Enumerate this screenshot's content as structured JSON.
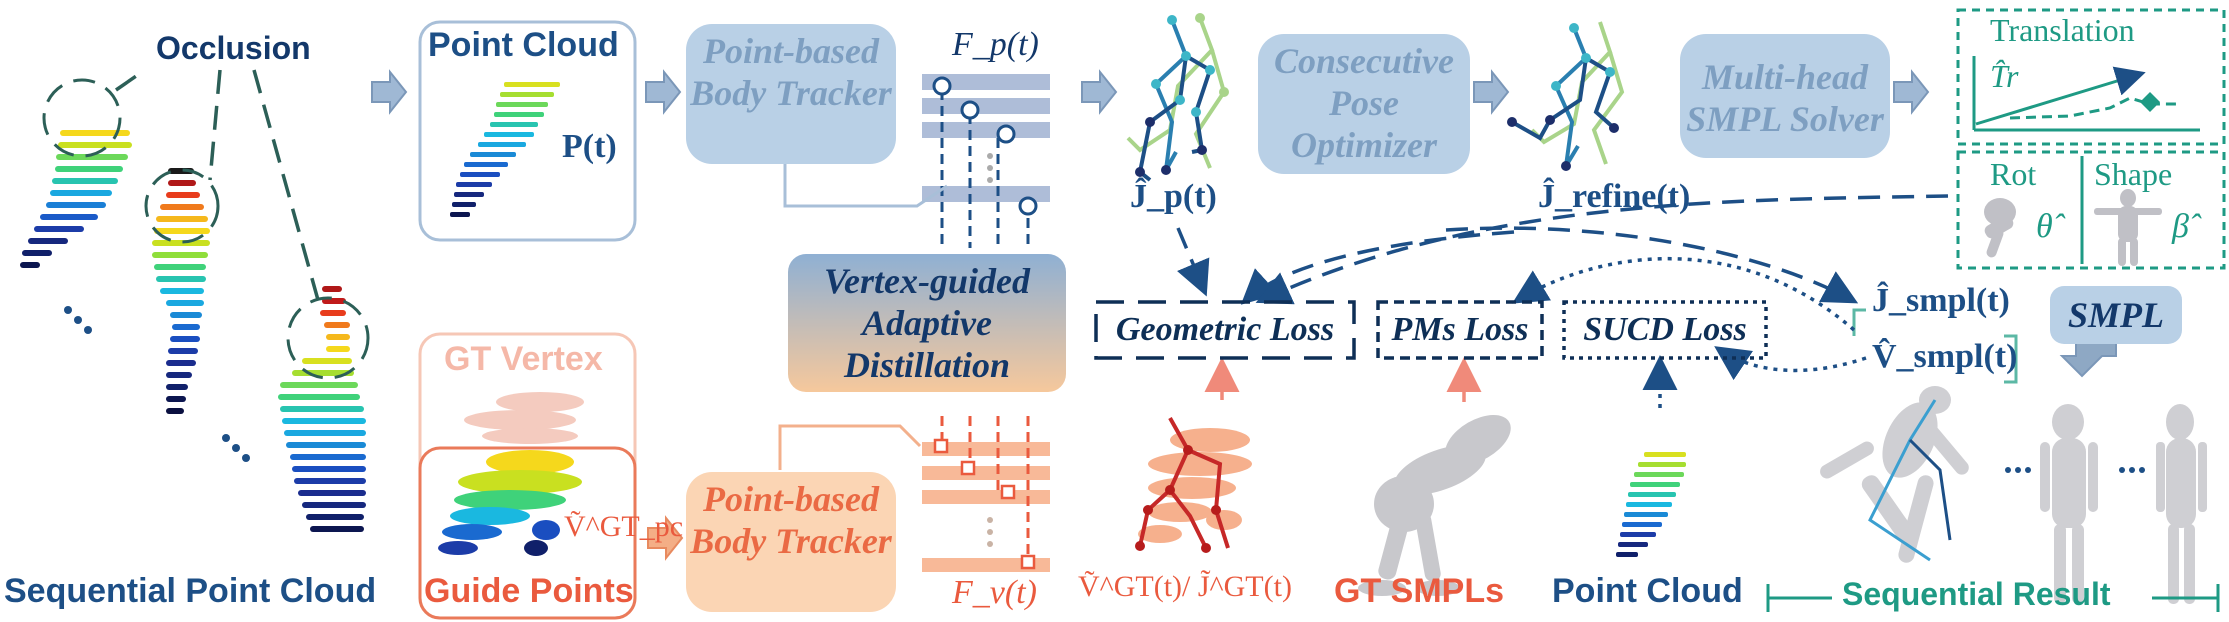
{
  "labels": {
    "occlusion": "Occlusion",
    "point_cloud_top": "Point Cloud",
    "pt": "P(t)",
    "gt_vertex": "GT Vertex",
    "guide_points": "Guide Points",
    "sequential_point_cloud": "Sequential Point Cloud",
    "gt_smpls": "GT SMPLs",
    "point_cloud_bottom": "Point Cloud",
    "sequential_result": "Sequential Result",
    "smpl": "SMPL",
    "translation": "Translation",
    "rot": "Rot",
    "shape": "Shape"
  },
  "modules": {
    "tracker_top": "Point-based Body Tracker",
    "tracker_bottom": "Point-based Body Tracker",
    "vad": "Vertex-guided Adaptive Distillation",
    "cpo": "Consecutive Pose Optimizer",
    "solver": "Multi-head SMPL Solver"
  },
  "losses": {
    "geometric": "Geometric Loss",
    "pms": "PMs Loss",
    "sucd": "SUCD Loss"
  },
  "math": {
    "fp": "F_p(t)",
    "fv": "F_v(t)",
    "jp": "Ĵ_p(t)",
    "jrefine": "Ĵ_refine(t)",
    "jsmpl": "Ĵ_smpl(t)",
    "vsmpl": "V̂_smpl(t)",
    "tr": "T̂r",
    "theta": "θ̂",
    "beta": "β̂",
    "vgt_pc": "Ṽ^GT_pc",
    "vgt_jgt": "Ṽ^GT(t)/ J̃^GT(t)"
  },
  "colors": {
    "dark_blue": "#1d4f86",
    "box_blue": "#b9d0e6",
    "box_orange": "#fbd5b4",
    "teal": "#1e9a84",
    "orange": "#ea5a3e"
  }
}
